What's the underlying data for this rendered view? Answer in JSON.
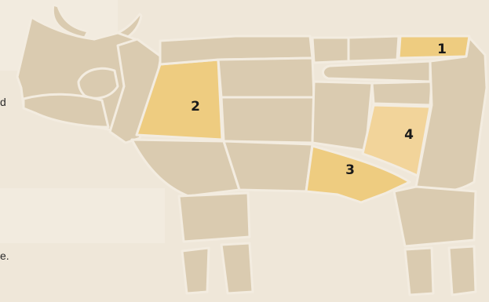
{
  "page_text": {
    "fragment_top": "d",
    "fragment_bottom": "e."
  },
  "colors": {
    "background": "#efe7d9",
    "body": "#dacbb0",
    "highlight": "#eecc80",
    "highlight_light": "#f2d49a",
    "seam": "#f3ece0"
  },
  "cuts": [
    {
      "id": "cut-1",
      "label": "1",
      "highlighted": true
    },
    {
      "id": "cut-2",
      "label": "2",
      "highlighted": true
    },
    {
      "id": "cut-3",
      "label": "3",
      "highlighted": true
    },
    {
      "id": "cut-4",
      "label": "4",
      "highlighted": true
    }
  ]
}
